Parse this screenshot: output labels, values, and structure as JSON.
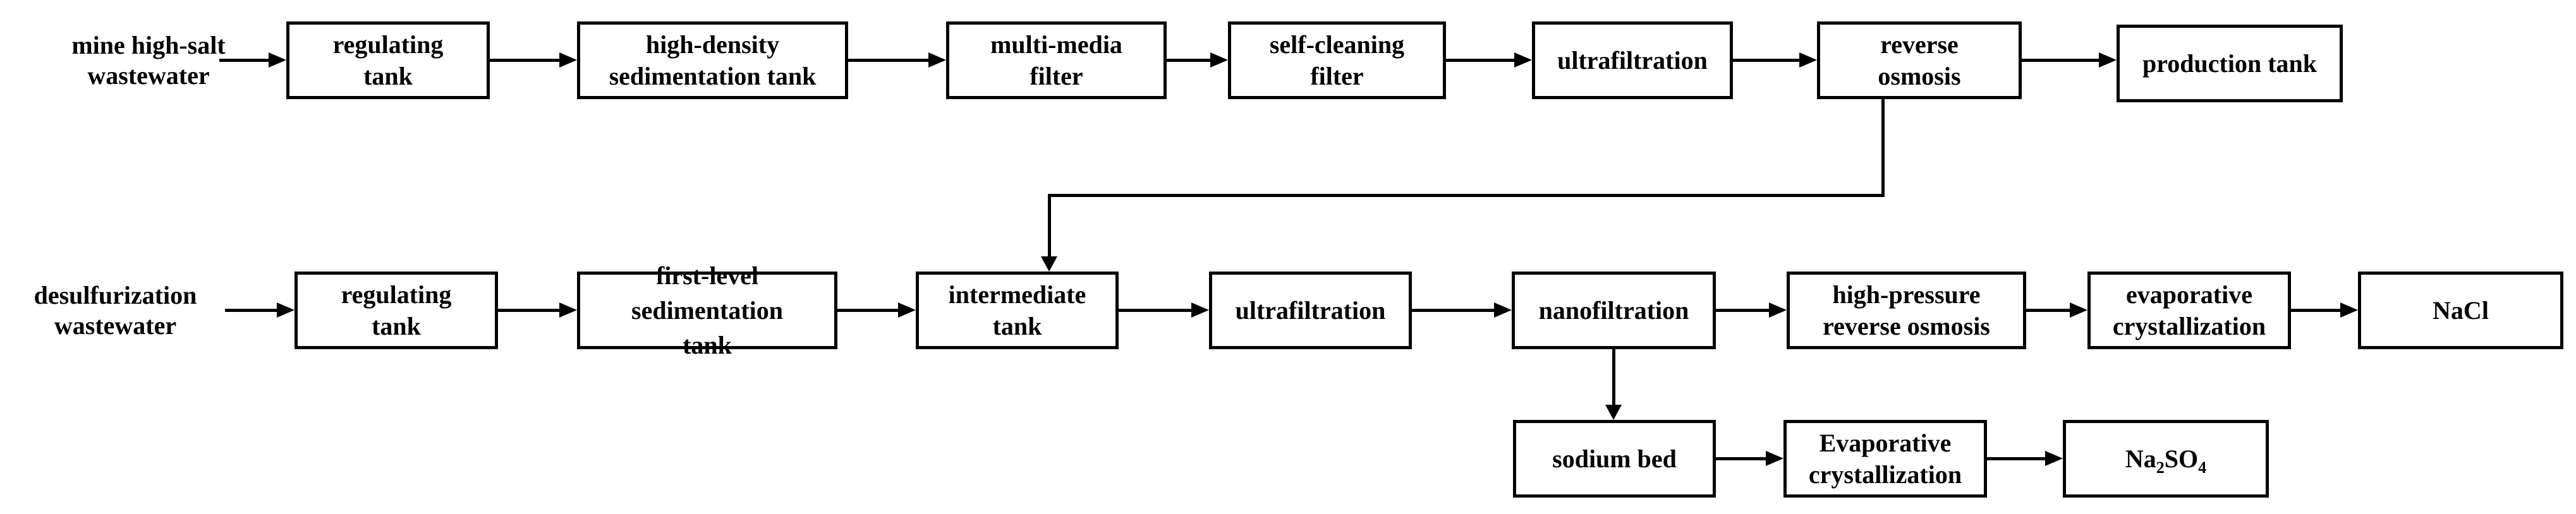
{
  "colors": {
    "ink": "#000000",
    "paper": "#ffffff"
  },
  "sources": {
    "mine": {
      "lines": [
        "mine high-salt",
        "wastewater"
      ]
    },
    "desulfurization": {
      "lines": [
        "desulfurization",
        "wastewater"
      ]
    }
  },
  "nodes": {
    "regulating_tank_1": {
      "lines": [
        "regulating",
        "tank"
      ]
    },
    "high_density": {
      "lines": [
        "high-density",
        "sedimentation tank"
      ]
    },
    "multi_media": {
      "lines": [
        "multi-media",
        "filter"
      ]
    },
    "self_cleaning": {
      "lines": [
        "self-cleaning",
        "filter"
      ]
    },
    "ultrafiltration_1": {
      "label": "ultrafiltration"
    },
    "reverse_osmosis": {
      "lines": [
        "reverse",
        "osmosis"
      ]
    },
    "production_tank": {
      "label": "production tank"
    },
    "regulating_tank_2": {
      "lines": [
        "regulating",
        "tank"
      ]
    },
    "first_level": {
      "lines": [
        "first-level",
        "sedimentation",
        "tank"
      ]
    },
    "intermediate_tank": {
      "lines": [
        "intermediate",
        "tank"
      ]
    },
    "ultrafiltration_2": {
      "label": "ultrafiltration"
    },
    "nanofiltration": {
      "label": "nanofiltration"
    },
    "high_pressure": {
      "lines": [
        "high-pressure",
        "reverse osmosis"
      ]
    },
    "evap_nacl": {
      "lines": [
        "evaporative",
        "crystallization"
      ]
    },
    "nacl": {
      "label": "NaCl"
    },
    "sodium_bed": {
      "label": "sodium bed"
    },
    "evap_na2so4": {
      "lines": [
        "Evaporative",
        "crystallization"
      ]
    },
    "na2so4": {
      "parts": {
        "p1": "Na",
        "s1": "2",
        "p2": "SO",
        "s2": "4"
      }
    }
  }
}
